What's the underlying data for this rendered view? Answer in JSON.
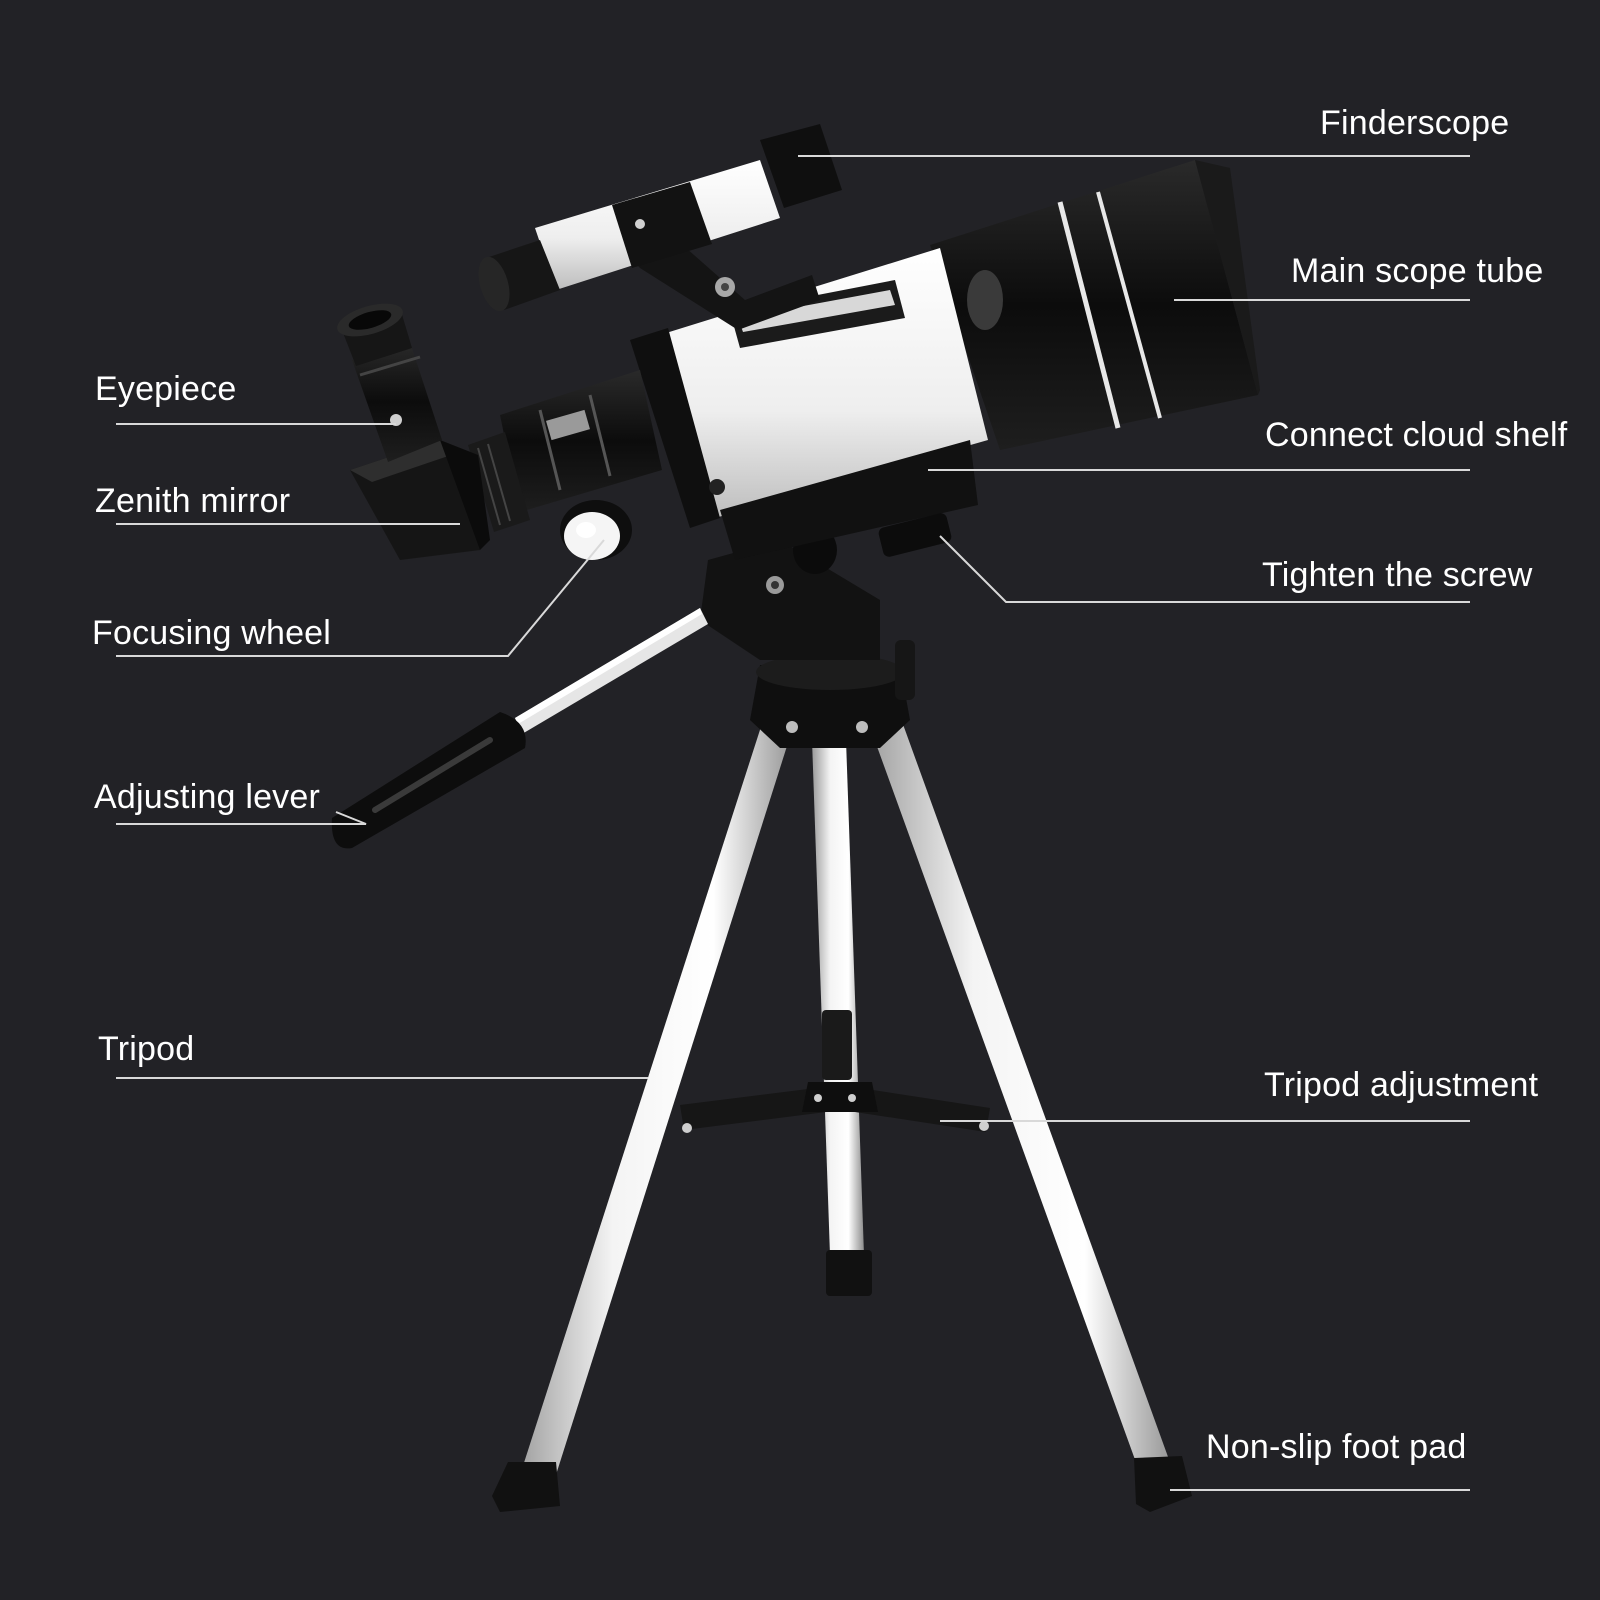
{
  "labels": {
    "finderscope": "Finderscope",
    "main_scope_tube": "Main scope tube",
    "eyepiece": "Eyepiece",
    "connect_cloud_shelf": "Connect cloud shelf",
    "zenith_mirror": "Zenith mirror",
    "tighten_the_screw": "Tighten the screw",
    "focusing_wheel": "Focusing wheel",
    "adjusting_lever": "Adjusting lever",
    "tripod": "Tripod",
    "tripod_adjustment": "Tripod adjustment",
    "non_slip_foot_pad": "Non-slip foot pad"
  },
  "colors": {
    "background": "#222226",
    "label_text": "#ffffff",
    "leader_line": "#d9d9d9",
    "tube_white": "#f2f2f2",
    "tube_black": "#111111",
    "tripod_silver": "#d8d8d8"
  }
}
